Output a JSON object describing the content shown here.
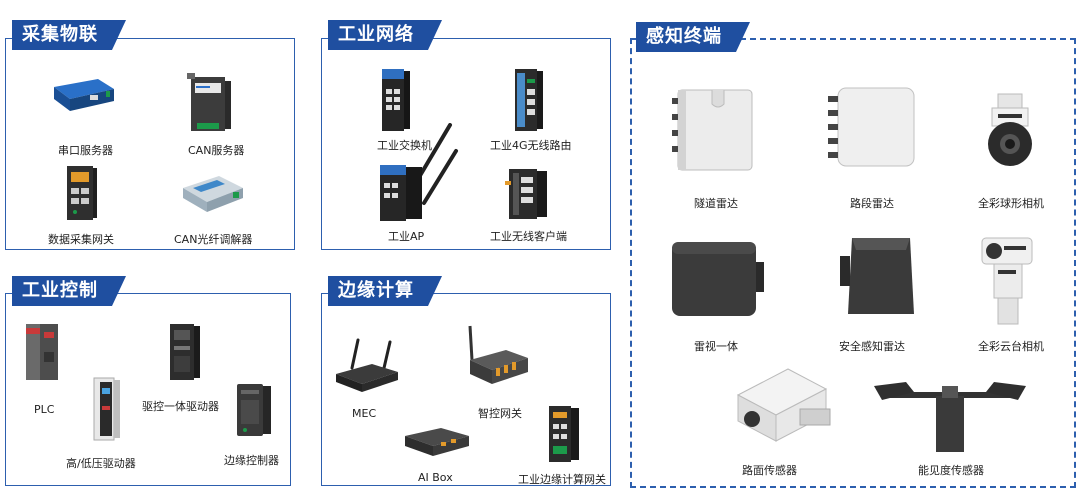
{
  "panels": {
    "acquisition": {
      "title": "采集物联",
      "items": [
        "串口服务器",
        "CAN服务器",
        "数据采集网关",
        "CAN光纤调解器"
      ]
    },
    "network": {
      "title": "工业网络",
      "items": [
        "工业交换机",
        "工业4G无线路由",
        "工业AP",
        "工业无线客户端"
      ]
    },
    "perception": {
      "title": "感知终端",
      "items": [
        "隧道雷达",
        "路段雷达",
        "全彩球形相机",
        "雷视一体",
        "安全感知雷达",
        "全彩云台相机",
        "路面传感器",
        "能见度传感器"
      ]
    },
    "control": {
      "title": "工业控制",
      "items": [
        "PLC",
        "驱控一体驱动器",
        "高/低压驱动器",
        "边缘控制器"
      ]
    },
    "edge": {
      "title": "边缘计算",
      "items": [
        "MEC",
        "智控网关",
        "AI Box",
        "工业边缘计算网关"
      ]
    }
  },
  "colors": {
    "brand": "#1f4fa0",
    "border": "#2d5fae"
  }
}
